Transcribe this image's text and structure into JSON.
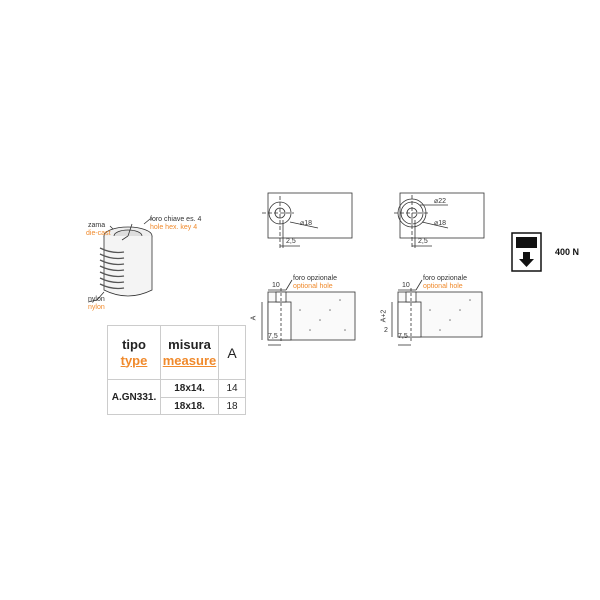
{
  "labels": {
    "zama": "zama",
    "die_cast": "die-cast",
    "nylon_it": "nylon",
    "nylon_en": "nylon",
    "hole_it": "foro chiave es. 4",
    "hole_en": "hole hex. key 4",
    "optional_it": "foro opzionale",
    "optional_en": "optional hole"
  },
  "dimensions": {
    "d18": "18",
    "d22": "22",
    "offset": "2,5",
    "width10": "10",
    "depth_a": "A",
    "depth_a2": "A+2",
    "gap2": "2",
    "width75": "7,5"
  },
  "load": {
    "value": "400 N",
    "icon": "downward-load-icon"
  },
  "table": {
    "headers": {
      "tipo": "tipo",
      "type": "type",
      "misura": "misura",
      "measure": "measure",
      "a": "A"
    },
    "code": "A.GN331.",
    "rows": [
      {
        "measure": "18x14.",
        "a": "14"
      },
      {
        "measure": "18x18.",
        "a": "18"
      }
    ]
  },
  "colors": {
    "accent": "#f08a2c",
    "line": "#333333"
  }
}
